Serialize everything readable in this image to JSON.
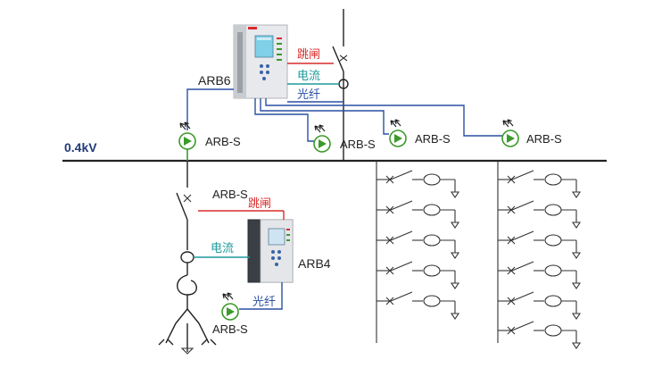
{
  "bus_label": "0.4kV",
  "top_device": {
    "name": "ARB6",
    "trip": "跳闸",
    "current": "电流",
    "fiber": "光纤"
  },
  "bottom_device": {
    "name": "ARB4",
    "trip": "跳闸",
    "current": "电流",
    "fiber": "光纤",
    "sensor_top": "ARB-S"
  },
  "sensor_label": "ARB-S",
  "colors": {
    "trip": "#d92b2b",
    "current": "#1f9a9a",
    "fiber": "#2a4fa3",
    "sensor": "#3c9a2a",
    "bus": "#222222"
  }
}
